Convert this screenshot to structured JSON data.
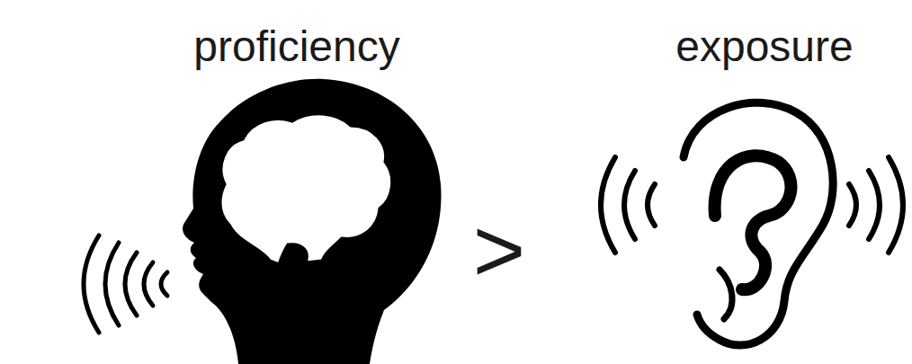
{
  "diagram": {
    "nodes": [
      {
        "text": [
          "proficiency"
        ]
      },
      {
        "text": [
          "exposure"
        ]
      }
    ],
    "labels": [
      ">"
    ]
  }
}
